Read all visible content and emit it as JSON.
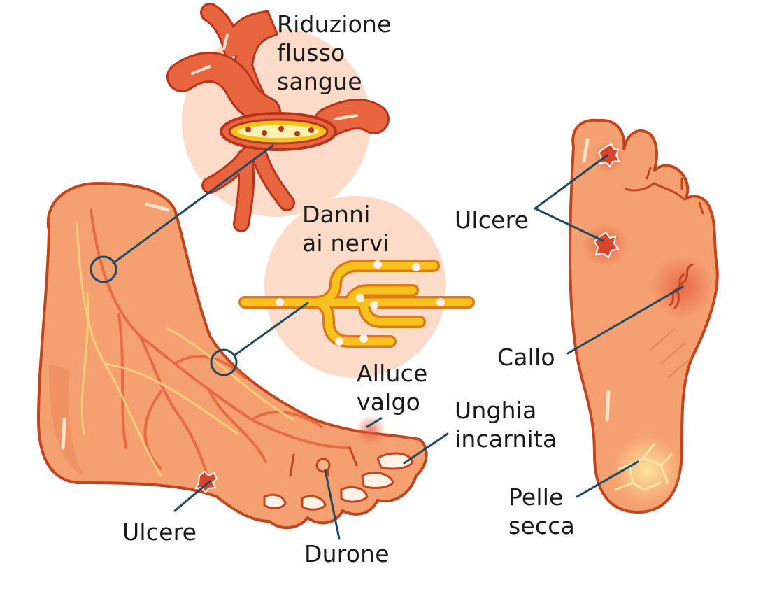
{
  "labels": {
    "blood_flow": [
      "Riduzione",
      "flusso",
      "sangue"
    ],
    "nerve_damage": [
      "Danni",
      "ai nervi"
    ],
    "bunion": [
      "Alluce",
      "valgo"
    ],
    "ingrown_nail": [
      "Unghia",
      "incarnita"
    ],
    "ulcers_side": "Ulcere",
    "corn": "Durone",
    "ulcers_sole": "Ulcere",
    "callus": "Callo",
    "dry_skin": [
      "Pelle",
      "secca"
    ]
  },
  "colors": {
    "skin": "#f5a070",
    "skin_shade": "#ec8a5c",
    "outline": "#c2451f",
    "vessel": "#e8653f",
    "vessel_outline": "#b8341a",
    "nerve": "#f7c21d",
    "nerve_outline": "#e07a18",
    "circle_bg": "#fcdcc9",
    "leader": "#1f4a66",
    "ulcer": "#d6452c",
    "ulcer_rim": "#ffffff",
    "dry_skin_cracks": "#fbe7a4"
  }
}
